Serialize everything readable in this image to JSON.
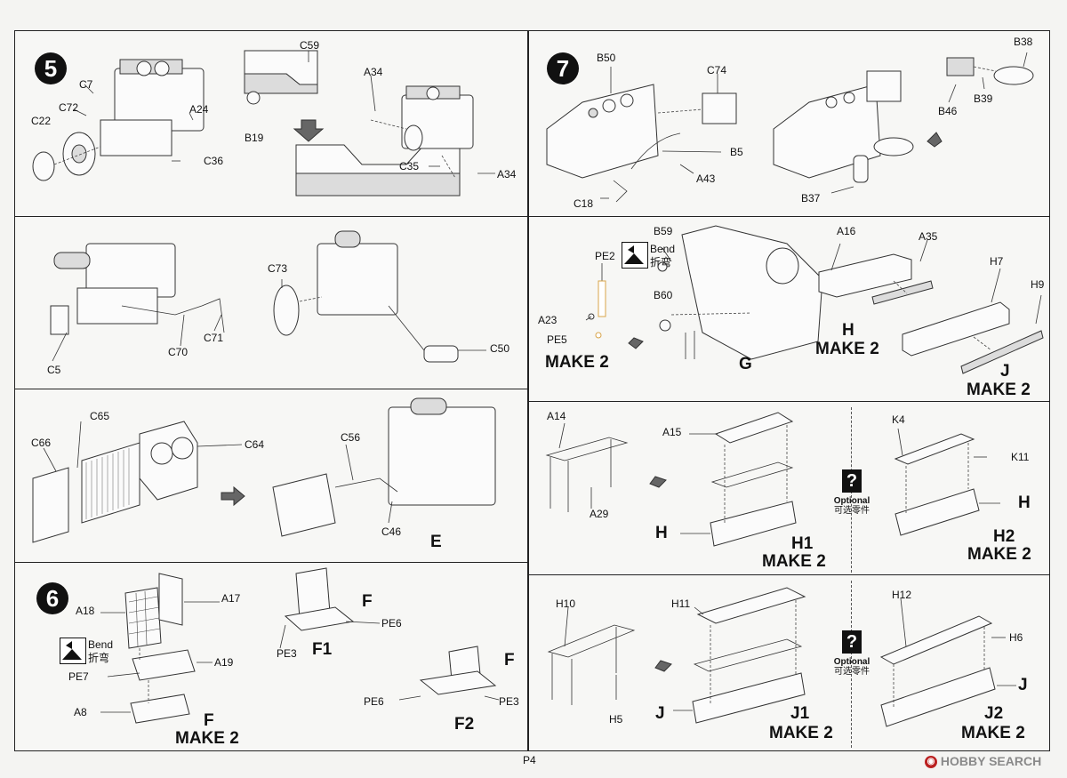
{
  "page_number": "P4",
  "watermark": "HOBBY SEARCH",
  "panel_a": {
    "step": "5",
    "labels": [
      "C7",
      "C72",
      "A24",
      "C22",
      "C36",
      "C59",
      "A34",
      "B19",
      "C35",
      "A34"
    ]
  },
  "panel_b": {
    "step": "7",
    "labels": [
      "B50",
      "C74",
      "B38",
      "B46",
      "B39",
      "B5",
      "A43",
      "C18",
      "B37"
    ]
  },
  "panel_c": {
    "labels": [
      "C73",
      "C5",
      "C70",
      "C71",
      "C50"
    ]
  },
  "panel_d": {
    "labels": [
      "B59",
      "PE2",
      "A16",
      "A35",
      "H7",
      "H9",
      "B60",
      "A23",
      "PE5"
    ],
    "bend": "Bend",
    "bend_cn": "折弯",
    "make2_left": "MAKE 2",
    "g": "G",
    "h": "H",
    "h_make2": "MAKE 2",
    "j": "J",
    "j_make2": "MAKE 2"
  },
  "panel_e": {
    "labels": [
      "C65",
      "C66",
      "C64",
      "C56",
      "C46"
    ],
    "e": "E"
  },
  "panel_f": {
    "labels": [
      "A14",
      "A15",
      "K4",
      "K11",
      "A29"
    ],
    "h_left": "H",
    "h_right": "H",
    "h1": "H1",
    "h1_make2": "MAKE 2",
    "h2": "H2",
    "h2_make2": "MAKE 2",
    "optional": "Optional",
    "optional_cn": "可选零件",
    "opt_glyph": "?"
  },
  "panel_g": {
    "step": "6",
    "labels": [
      "A17",
      "A18",
      "A19",
      "PE7",
      "A8",
      "PE6",
      "PE3",
      "PE6",
      "PE3"
    ],
    "bend": "Bend",
    "bend_cn": "折弯",
    "f_top": "F",
    "f1": "F1",
    "f_mid": "F",
    "f2": "F2",
    "f_bottom": "F",
    "make2": "MAKE 2"
  },
  "panel_h": {
    "labels": [
      "H10",
      "H11",
      "H12",
      "H6",
      "H5"
    ],
    "j_left": "J",
    "j_right": "J",
    "j1": "J1",
    "j1_make2": "MAKE 2",
    "j2": "J2",
    "j2_make2": "MAKE 2",
    "optional": "Optional",
    "optional_cn": "可选零件",
    "opt_glyph": "?"
  }
}
